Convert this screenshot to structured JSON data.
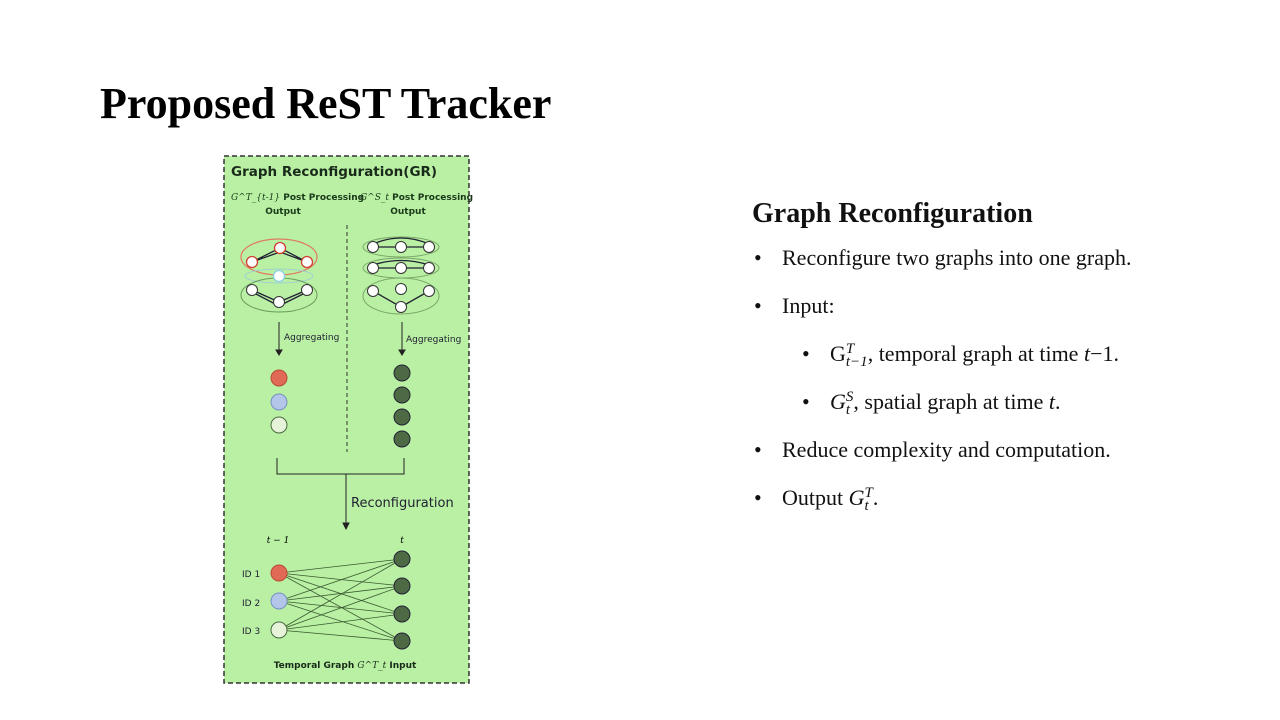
{
  "slide": {
    "title": "Proposed ReST Tracker"
  },
  "diagram": {
    "panel_title": "Graph Reconfiguration(GR)",
    "left_header_symbol": "G^T_{t-1}",
    "left_header": "Post Processing",
    "left_header_2": "Output",
    "right_header_symbol": "G^S_t",
    "right_header": "Post Processing",
    "right_header_2": "Output",
    "aggregating_left": "Aggregating",
    "aggregating_right": "Aggregating",
    "reconfiguration": "Reconfiguration",
    "time_prev": "t − 1",
    "time_curr": "t",
    "ids": [
      "ID 1",
      "ID 2",
      "ID 3"
    ],
    "footer_prefix": "Temporal Graph",
    "footer_symbol": "G^T_t",
    "footer_suffix": "Input",
    "colors": {
      "panel_bg": "#b9f0a4",
      "red": "#e06a55",
      "blue": "#b3c6ea",
      "pale": "#e6f3d8",
      "dark": "#4e6a45"
    }
  },
  "right": {
    "heading": "Graph Reconfiguration",
    "bullets": [
      {
        "text": "Reconfigure two graphs into one graph."
      },
      {
        "text": "Input:"
      },
      {
        "sym": "G",
        "sup": "T",
        "sub": "t−1",
        "text": ", temporal graph at time ",
        "var": "t",
        "tail": "−1."
      },
      {
        "sym": "G",
        "sup": "S",
        "sub": "t",
        "text": ", spatial graph at time ",
        "var": "t",
        "tail": "."
      },
      {
        "text": "Reduce complexity and computation."
      },
      {
        "text": "Output ",
        "sym": "G",
        "sup": "T",
        "sub": "t",
        "tail": "."
      }
    ],
    "bullet_char": "•"
  }
}
